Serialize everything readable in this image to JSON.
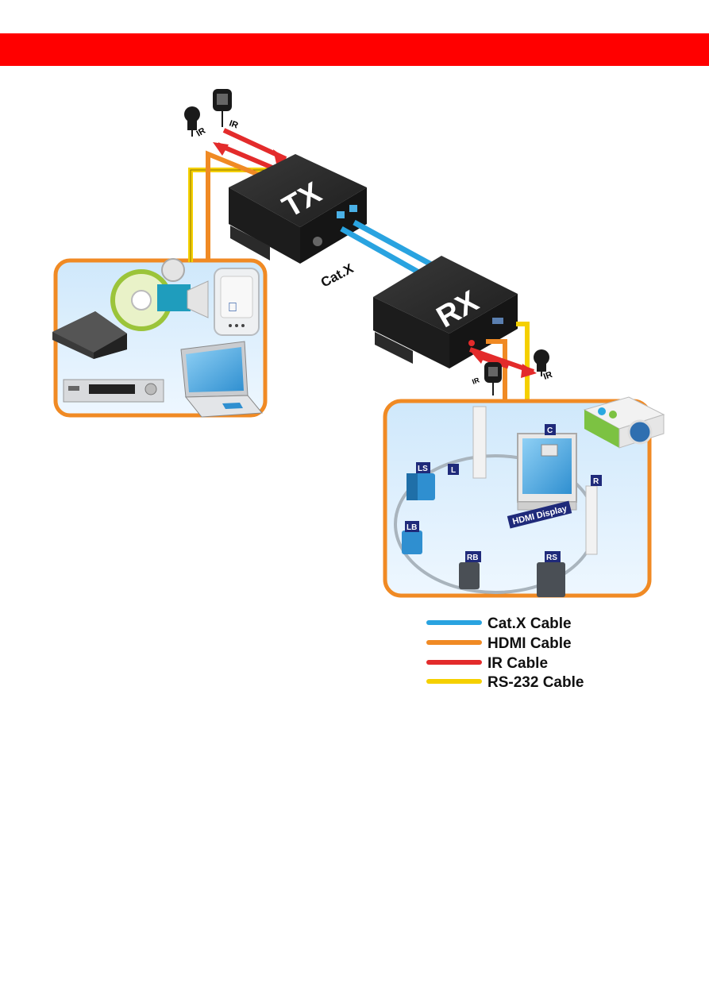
{
  "colors": {
    "header_red": "#ff0000",
    "panel_border": "#f08a24",
    "panel_fill": "#dcefff",
    "catx": "#29a3e0",
    "hdmi": "#f08a24",
    "ir": "#e32b2b",
    "rs232": "#f5d000",
    "device_body": "#2b2b2b",
    "label_navy": "#1f2a7a"
  },
  "header": {
    "text": ""
  },
  "transmitter": {
    "label": "TX"
  },
  "receiver": {
    "label": "RX"
  },
  "cable_label": "Cat.X",
  "ir_labels": {
    "tx_left": "IR",
    "tx_right": "IR",
    "rx_left": "IR",
    "rx_right": "IR"
  },
  "source_panel": {
    "icons": [
      "router-icon",
      "film-camera-icon",
      "desktop-tower-icon",
      "av-receiver-icon",
      "laptop-icon"
    ]
  },
  "display_panel": {
    "display_label": "HDMI Display",
    "speakers": [
      "C",
      "L",
      "R",
      "LS",
      "LB",
      "RB",
      "RS"
    ]
  },
  "legend": {
    "items": [
      {
        "label": "Cat.X Cable",
        "color": "#29a3e0"
      },
      {
        "label": "HDMI Cable",
        "color": "#f08a24"
      },
      {
        "label": "IR Cable",
        "color": "#e32b2b"
      },
      {
        "label": "RS-232 Cable",
        "color": "#f5d000"
      }
    ]
  }
}
